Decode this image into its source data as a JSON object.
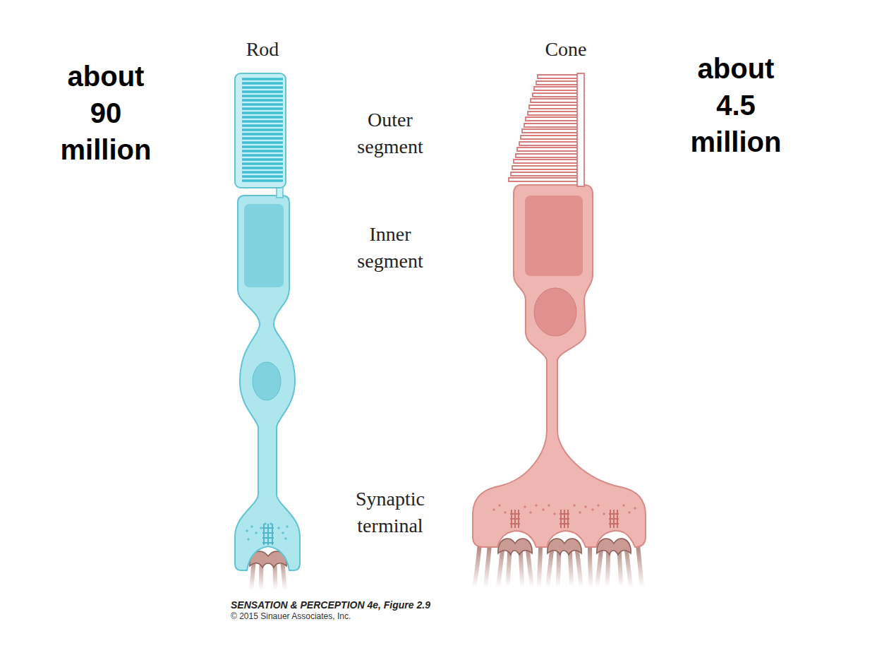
{
  "diagram": {
    "labels": [
      "Rod",
      "Cone",
      "about 90 million",
      "about 4.5 million",
      "Outer segment",
      "Inner segment",
      "Synaptic terminal",
      "SENSATION & PERCEPTION 4e, Figure 2.9",
      "© 2015 Sinauer Associates, Inc."
    ]
  }
}
